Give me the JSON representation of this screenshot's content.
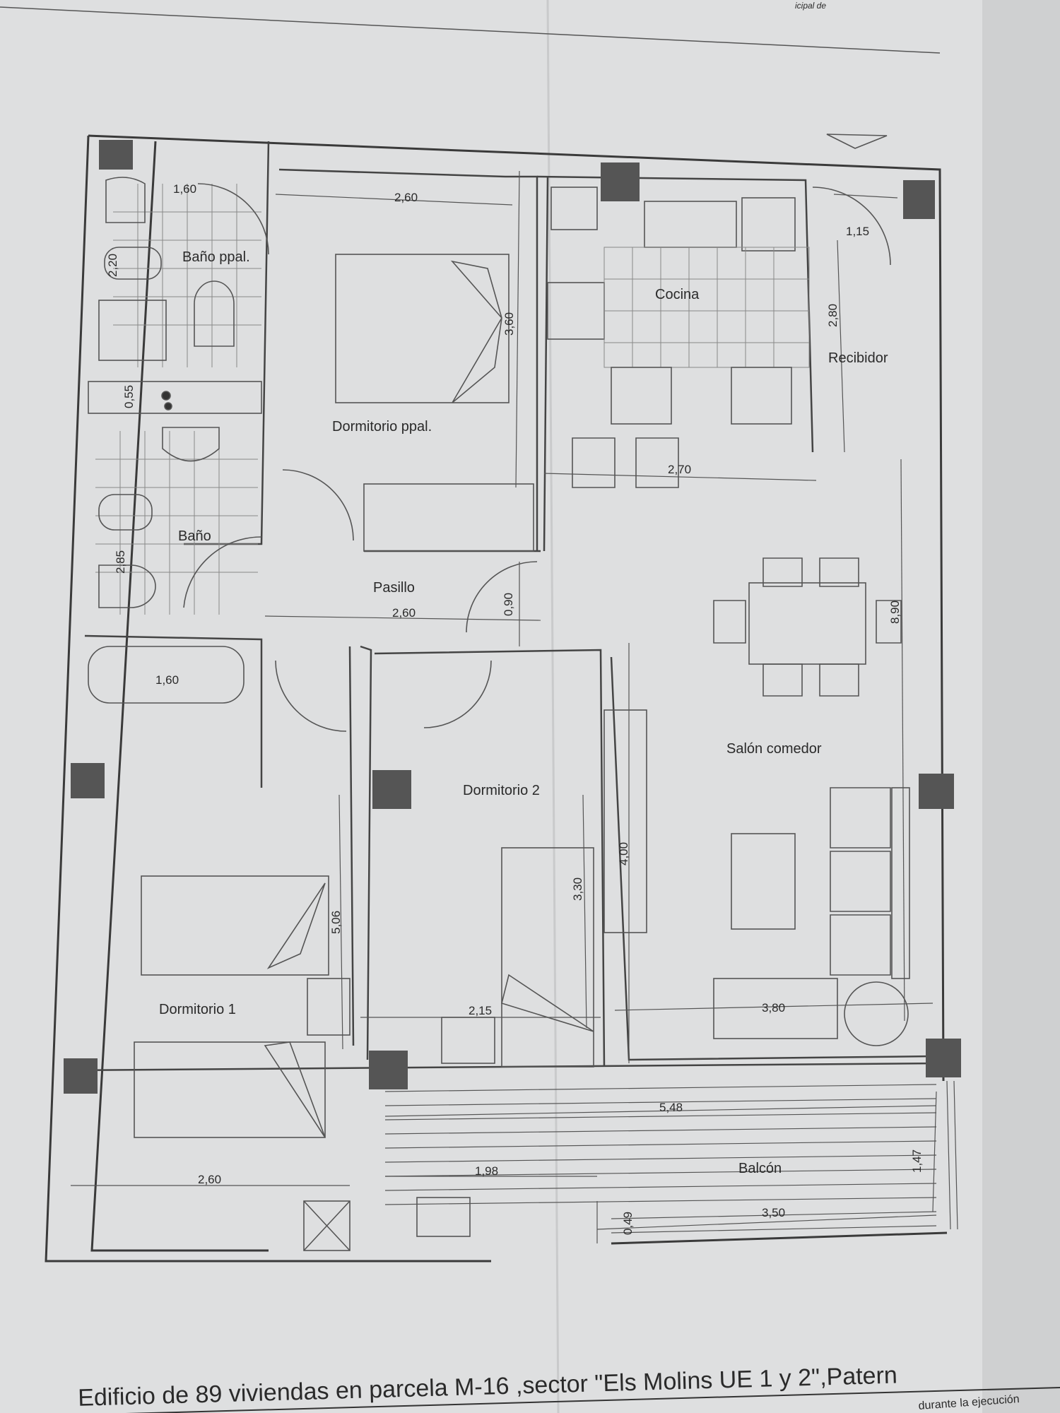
{
  "stamp_text": "icipal de",
  "rooms": {
    "bano_ppal": "Baño ppal.",
    "dormitorio_ppal": "Dormitorio ppal.",
    "cocina": "Cocina",
    "recibidor": "Recibidor",
    "bano": "Baño",
    "pasillo": "Pasillo",
    "salon_comedor": "Salón comedor",
    "dormitorio_2": "Dormitorio 2",
    "dormitorio_1": "Dormitorio 1",
    "balcon": "Balcón"
  },
  "dimensions": {
    "bano_ppal_width": "1,60",
    "bano_ppal_depth": "2,20",
    "dorm_ppal_width": "2,60",
    "dorm_ppal_depth": "3,60",
    "recibidor_width": "1,15",
    "recibidor_depth": "2,80",
    "cocina_width": "2,70",
    "shaft_depth": "0,55",
    "bano_depth": "2,85",
    "pasillo_width": "2,60",
    "pasillo_depth": "0,90",
    "bath_tub": "1,60",
    "salon_depth": "8,90",
    "dorm1_depth": "5,06",
    "dorm2_depth": "3,30",
    "dorm2_wall": "4,00",
    "dorm2_width": "2,15",
    "salon_width": "3,80",
    "balcon_total": "5,48",
    "dorm1_width": "2,60",
    "balcon_left": "1,98",
    "balcon_depth": "1,47",
    "balcon_right": "3,50",
    "balcon_rail": "0,49"
  },
  "caption": {
    "main": "Edificio de 89 viviendas en parcela M-16 ,sector \"Els Molins UE 1 y  2\",Patern",
    "bottom_right": "durante la ejecución"
  }
}
